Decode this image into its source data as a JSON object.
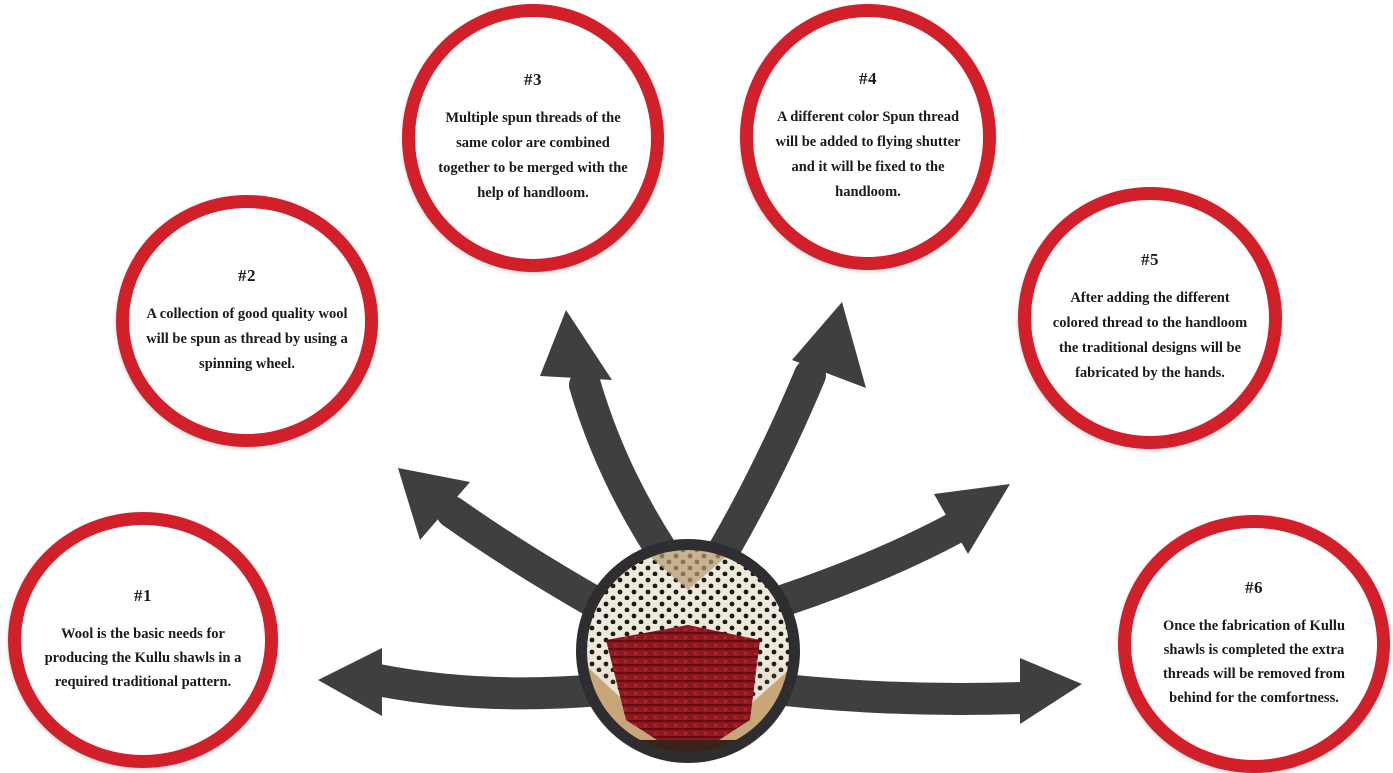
{
  "diagram": {
    "colors": {
      "circle_border": "#d2202a",
      "arrow": "#3f3f42",
      "hub_ring": "#2e2e30"
    },
    "hub_image": "keffiyeh-scarf-photo",
    "steps": [
      {
        "number": "#1",
        "text": "Wool is the basic needs for producing the Kullu shawls in a required traditional pattern."
      },
      {
        "number": "#2",
        "text": "A collection of good quality wool will be spun as thread by using a spinning wheel."
      },
      {
        "number": "#3",
        "text": "Multiple spun threads of the same color are combined together to be merged with the help of handloom."
      },
      {
        "number": "#4",
        "text": "A different color Spun thread will be added to flying shutter and it will be fixed to the handloom."
      },
      {
        "number": "#5",
        "text": "After adding the different colored thread to the handloom the traditional designs will be fabricated by the hands."
      },
      {
        "number": "#6",
        "text": "Once the fabrication of Kullu shawls is completed the extra threads will be removed from behind for the comfortness."
      }
    ]
  }
}
